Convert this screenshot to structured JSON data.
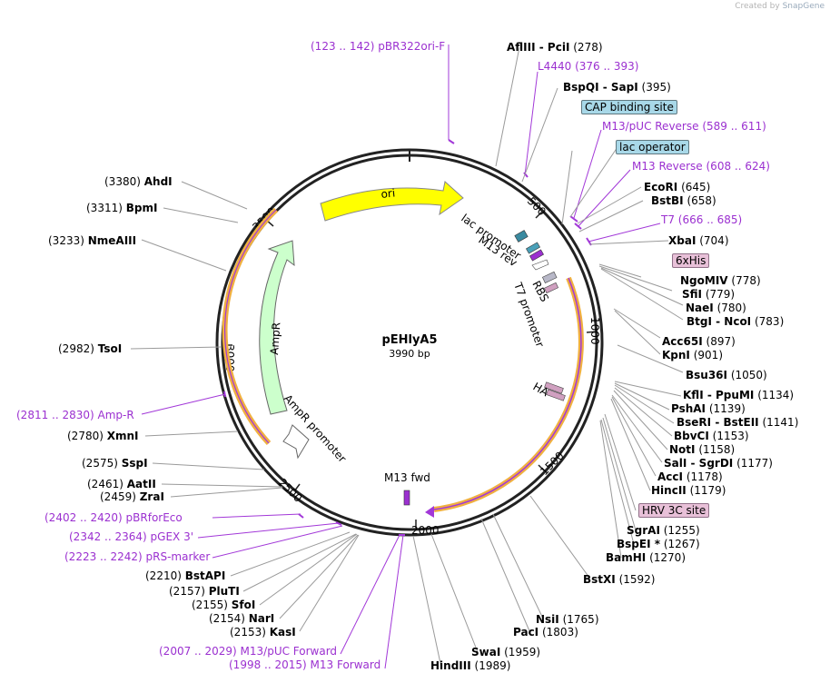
{
  "title": "pEHlyA5",
  "size": "3990 bp",
  "watermark": {
    "prefix": "Created by",
    "brand": "SnapGene"
  },
  "ticks": [
    "500",
    "1000",
    "1500",
    "2000",
    "2500",
    "3000",
    "3500"
  ],
  "features": {
    "ori": "ori",
    "ampr": "AmpR",
    "ampr_promoter": "AmpR promoter",
    "lac_promoter": "lac promoter",
    "m13_rev": "M13 rev",
    "rbs": "RBS",
    "t7_promoter": "T7 promoter",
    "ha": "HA",
    "m13_fwd": "M13 fwd"
  },
  "boxed_features": [
    "CAP binding site",
    "lac operator",
    "6xHis",
    "HRV 3C site"
  ],
  "right_enzymes": [
    [
      "AflIII",
      "PciI",
      "(278)"
    ],
    [
      "BspQI",
      "SapI",
      "(395)"
    ],
    [
      "EcoRI",
      "",
      "(645)"
    ],
    [
      "BstBI",
      "",
      "(658)"
    ],
    [
      "XbaI",
      "",
      "(704)"
    ],
    [
      "NgoMIV",
      "",
      "(778)"
    ],
    [
      "SfiI",
      "",
      "(779)"
    ],
    [
      "NaeI",
      "",
      "(780)"
    ],
    [
      "BtgI",
      "NcoI",
      "(783)"
    ],
    [
      "Acc65I",
      "",
      "(897)"
    ],
    [
      "KpnI",
      "",
      "(901)"
    ],
    [
      "Bsu36I",
      "",
      "(1050)"
    ],
    [
      "KflI",
      "PpuMI",
      "(1134)"
    ],
    [
      "PshAI",
      "",
      "(1139)"
    ],
    [
      "BseRI",
      "BstEII",
      "(1141)"
    ],
    [
      "BbvCI",
      "",
      "(1153)"
    ],
    [
      "NotI",
      "",
      "(1158)"
    ],
    [
      "SalI",
      "SgrDI",
      "(1177)"
    ],
    [
      "AccI",
      "",
      "(1178)"
    ],
    [
      "HincII",
      "",
      "(1179)"
    ],
    [
      "SgrAI",
      "",
      "(1255)"
    ],
    [
      "BspEI *",
      "",
      "(1267)"
    ],
    [
      "BamHI",
      "",
      "(1270)"
    ],
    [
      "BstXI",
      "",
      "(1592)"
    ],
    [
      "NsiI",
      "",
      "(1765)"
    ],
    [
      "PacI",
      "",
      "(1803)"
    ],
    [
      "SwaI",
      "",
      "(1959)"
    ],
    [
      "HindIII",
      "",
      "(1989)"
    ]
  ],
  "left_enzymes": [
    [
      "AhdI",
      "(3380)"
    ],
    [
      "BpmI",
      "(3311)"
    ],
    [
      "NmeAIII",
      "(3233)"
    ],
    [
      "TsoI",
      "(2982)"
    ],
    [
      "XmnI",
      "(2780)"
    ],
    [
      "SspI",
      "(2575)"
    ],
    [
      "AatII",
      "(2461)"
    ],
    [
      "ZraI",
      "(2459)"
    ],
    [
      "BstAPI",
      "(2210)"
    ],
    [
      "PluTI",
      "(2157)"
    ],
    [
      "SfoI",
      "(2155)"
    ],
    [
      "NarI",
      "(2154)"
    ],
    [
      "KasI",
      "(2153)"
    ]
  ],
  "primers": [
    [
      "(123 .. 142)",
      "pBR322ori-F"
    ],
    [
      "L4440",
      "(376 .. 393)"
    ],
    [
      "M13/pUC Reverse",
      "(589 .. 611)"
    ],
    [
      "M13 Reverse",
      "(608 .. 624)"
    ],
    [
      "T7",
      "(666 .. 685)"
    ],
    [
      "(2811 .. 2830)",
      "Amp-R"
    ],
    [
      "(2402 .. 2420)",
      "pBRforEco"
    ],
    [
      "(2342 .. 2364)",
      "pGEX 3'"
    ],
    [
      "(2223 .. 2242)",
      "pRS-marker"
    ],
    [
      "(2007 .. 2029)",
      "M13/pUC Forward"
    ],
    [
      "(1998 .. 2015)",
      "M13 Forward"
    ]
  ],
  "colors": {
    "ori": "#ffff00",
    "ampr": "#ccffcc",
    "orf_outline": "#f0b040",
    "orf_arrow": "#9b30d0",
    "primer": "#a238d8",
    "cap_box": "#a8d8e8",
    "his_box": "#e8c0d8"
  }
}
